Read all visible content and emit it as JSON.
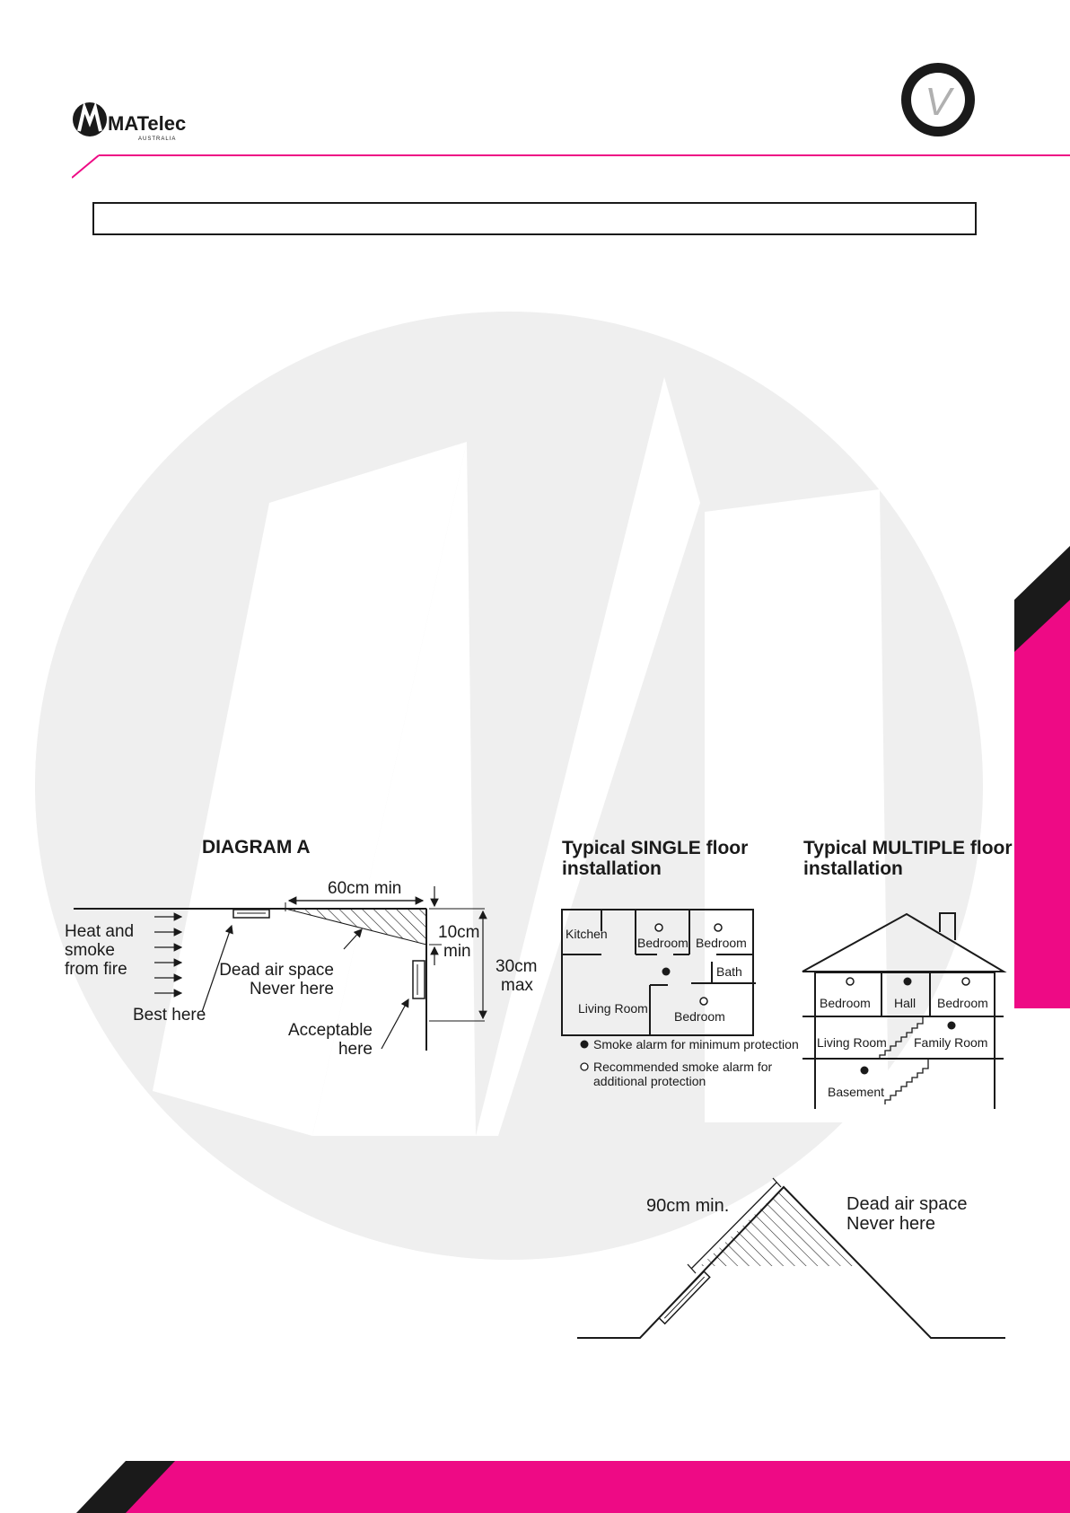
{
  "header": {
    "logo_text": "MATelec",
    "logo_sub": "AUSTRALIA",
    "badge_letter": "V"
  },
  "diagram_a": {
    "title": "DIAGRAM A",
    "dim_top": "60cm min",
    "dim_side_1": "10cm",
    "dim_side_2": "min",
    "dim_max_1": "30cm",
    "dim_max_2": "max",
    "heat_lines": [
      "Heat and",
      "smoke",
      "from fire"
    ],
    "best": "Best here",
    "dead_1": "Dead air space",
    "dead_2": "Never here",
    "accept_1": "Acceptable",
    "accept_2": "here"
  },
  "single_floor": {
    "title_1": "Typical SINGLE floor",
    "title_2": "installation",
    "rooms": {
      "kitchen": "Kitchen",
      "bedroom1": "Bedroom",
      "bedroom2": "Bedroom",
      "bath": "Bath",
      "living": "Living Room",
      "bedroom3": "Bedroom"
    },
    "legend_min": "Smoke alarm for minimum protection",
    "legend_rec_1": "Recommended smoke alarm for",
    "legend_rec_2": "additional protection"
  },
  "multi_floor": {
    "title_1": "Typical MULTIPLE floor",
    "title_2": "installation",
    "rooms": {
      "bedroom_left": "Bedroom",
      "hall": "Hall",
      "bedroom_right": "Bedroom",
      "living": "Living Room",
      "family": "Family Room",
      "basement": "Basement"
    }
  },
  "peaked": {
    "dim": "90cm min.",
    "dead_1": "Dead air space",
    "dead_2": "Never here"
  },
  "colors": {
    "brand_pink": "#ee0a85",
    "dark": "#1a1a1a",
    "watermark": "#efefef"
  }
}
